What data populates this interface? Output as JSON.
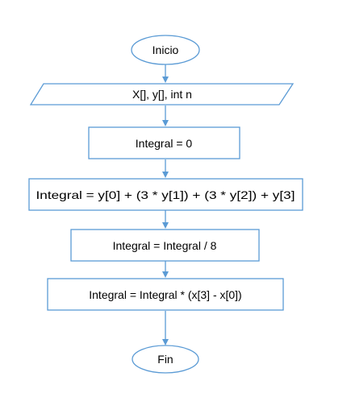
{
  "colors": {
    "stroke": "#5b9bd5",
    "fill": "#ffffff",
    "text": "#000000"
  },
  "nodes": {
    "start": {
      "shape": "terminator",
      "label": "Inicio"
    },
    "input": {
      "shape": "data",
      "label": "X[], y[], int n"
    },
    "init": {
      "shape": "process",
      "label": "Integral = 0"
    },
    "sum": {
      "shape": "process",
      "label": "Integral = y[0] + (3 * y[1]) + (3 * y[2]) + y[3]"
    },
    "divide": {
      "shape": "process",
      "label": "Integral = Integral / 8"
    },
    "multiply": {
      "shape": "process",
      "label": "Integral = Integral * (x[3] - x[0])"
    },
    "end": {
      "shape": "terminator",
      "label": "Fin"
    }
  },
  "edges": [
    {
      "from": "start",
      "to": "input"
    },
    {
      "from": "input",
      "to": "init"
    },
    {
      "from": "init",
      "to": "sum"
    },
    {
      "from": "sum",
      "to": "divide"
    },
    {
      "from": "divide",
      "to": "multiply"
    },
    {
      "from": "multiply",
      "to": "end"
    }
  ]
}
